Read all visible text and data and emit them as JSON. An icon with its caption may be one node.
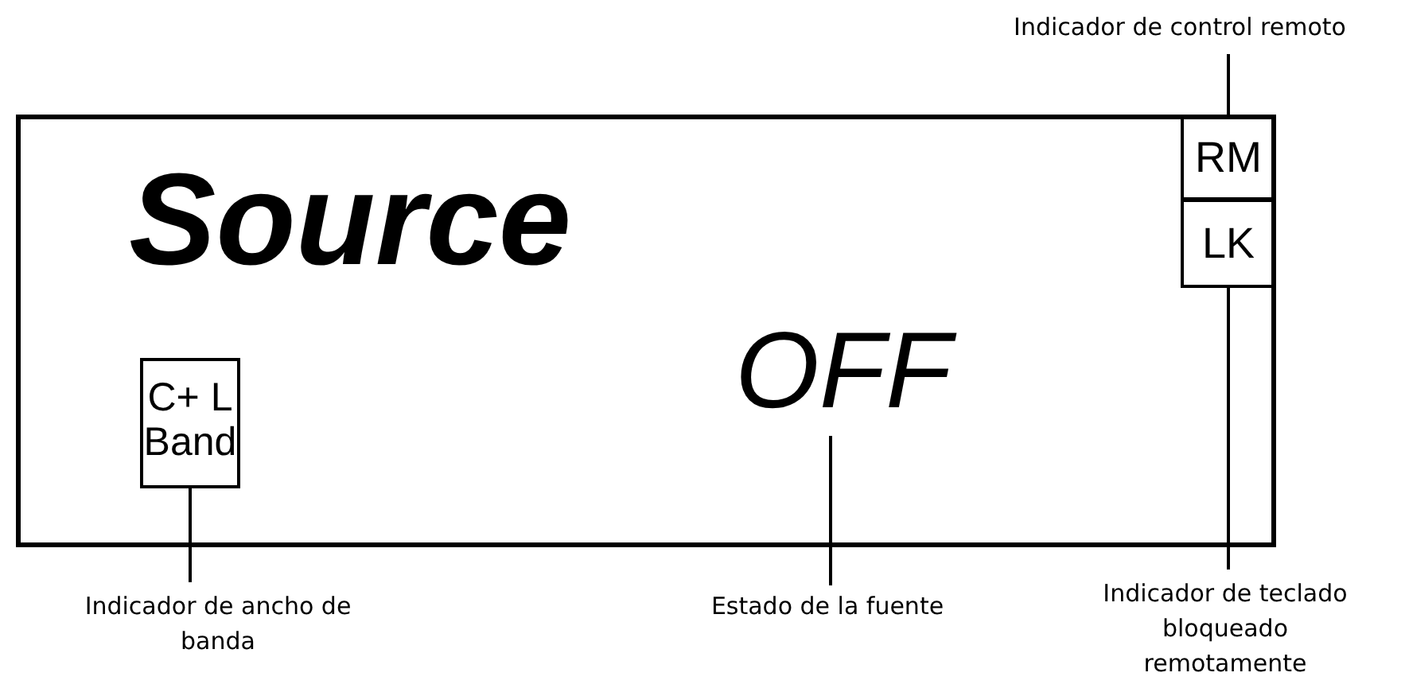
{
  "diagram": {
    "nodes": [
      {
        "text": [
          "Source"
        ]
      },
      {
        "text": [
          "OFF"
        ],
        "in": 0
      },
      {
        "text": [
          "C+ L Band"
        ],
        "in": 0
      },
      {
        "text": [
          "RM"
        ],
        "in": 0
      },
      {
        "text": [
          "LK"
        ],
        "in": 0
      },
      {
        "text": [
          "Indicador de control remoto"
        ]
      },
      {
        "text": [
          "Indicador de ancho de banda"
        ]
      },
      {
        "text": [
          "Estado de la fuente"
        ]
      },
      {
        "text": [
          "Indicador de teclado bloqueado remotamente"
        ]
      }
    ],
    "edges": [
      {
        "from": 5,
        "to": 3,
        "arrow": "none"
      },
      {
        "from": 6,
        "to": 2,
        "arrow": "none"
      },
      {
        "from": 7,
        "to": 1,
        "arrow": "none"
      },
      {
        "from": 8,
        "to": 4,
        "arrow": "none"
      }
    ]
  }
}
